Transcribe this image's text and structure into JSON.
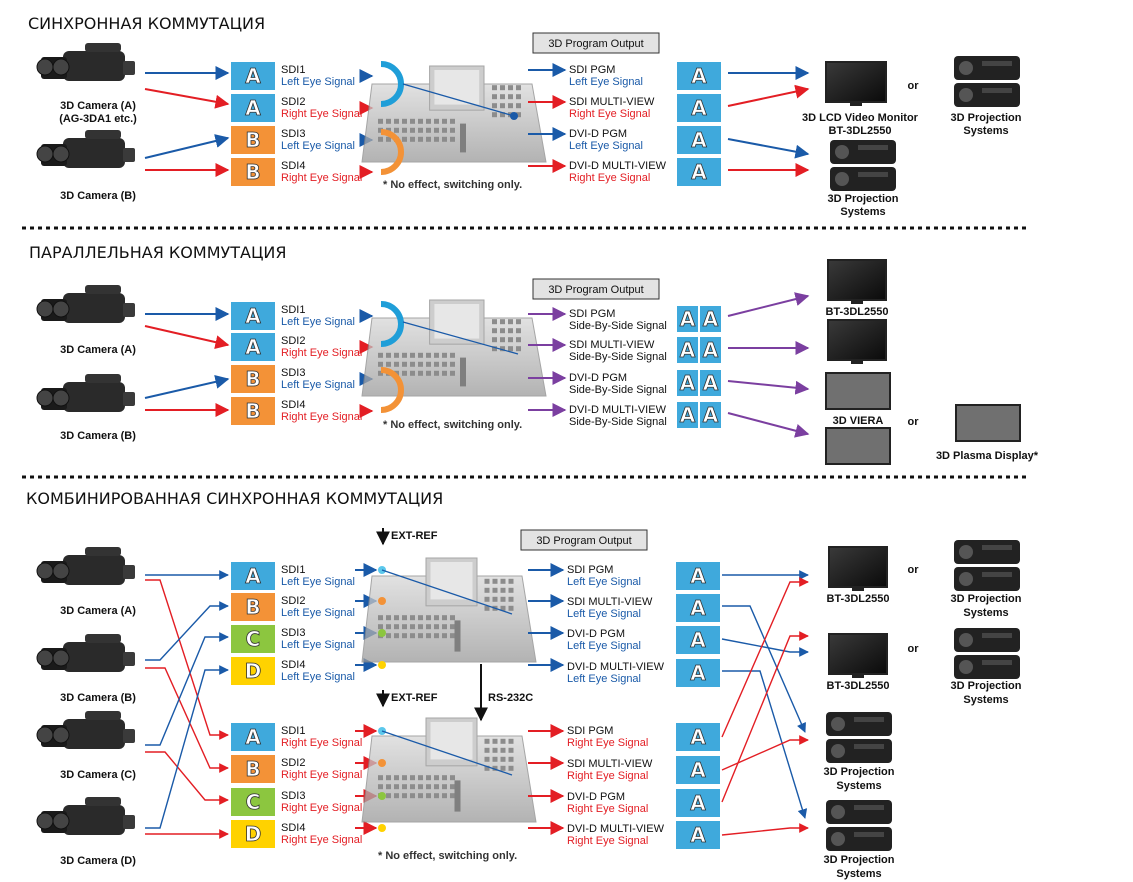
{
  "colors": {
    "blue": "#1a5aa8",
    "red": "#e31e24",
    "purple": "#7b3fa0",
    "label_A": "#3fa9dc",
    "label_B": "#f39237",
    "label_C": "#8cc63f",
    "label_D": "#ffd200"
  },
  "sections": [
    {
      "title": "СИНХРОННАЯ КОММУТАЦИЯ",
      "cameras": [
        "3D Camera (A)",
        "(AG-3DA1 etc.)",
        "3D Camera (B)"
      ],
      "inputs": [
        {
          "letter": "A",
          "port": "SDI1",
          "signal": "Left Eye Signal"
        },
        {
          "letter": "A",
          "port": "SDI2",
          "signal": "Right Eye Signal"
        },
        {
          "letter": "B",
          "port": "SDI3",
          "signal": "Left Eye Signal"
        },
        {
          "letter": "B",
          "port": "SDI4",
          "signal": "Right Eye Signal"
        }
      ],
      "note": "* No effect, switching only.",
      "output_header": "3D Program Output",
      "outputs": [
        {
          "port": "SDI PGM",
          "signal": "Left Eye Signal"
        },
        {
          "port": "SDI MULTI-VIEW",
          "signal": "Right Eye Signal"
        },
        {
          "port": "DVI-D PGM",
          "signal": "Left Eye Signal"
        },
        {
          "port": "DVI-D MULTI-VIEW",
          "signal": "Right Eye Signal"
        }
      ],
      "out_letters": [
        "A",
        "A",
        "A",
        "A"
      ],
      "devices": [
        "3D LCD Video Monitor",
        "BT-3DL2550",
        "3D Projection",
        "Systems",
        "3D Projection",
        "Systems"
      ],
      "or": "or"
    },
    {
      "title": "ПАРАЛЛЕЛЬНАЯ КОММУТАЦИЯ",
      "cameras": [
        "3D Camera (A)",
        "3D Camera (B)"
      ],
      "inputs": [
        {
          "letter": "A",
          "port": "SDI1",
          "signal": "Left Eye Signal"
        },
        {
          "letter": "A",
          "port": "SDI2",
          "signal": "Right Eye Signal"
        },
        {
          "letter": "B",
          "port": "SDI3",
          "signal": "Left Eye Signal"
        },
        {
          "letter": "B",
          "port": "SDI4",
          "signal": "Right Eye Signal"
        }
      ],
      "note": "* No effect, switching only.",
      "output_header": "3D Program Output",
      "outputs": [
        {
          "port": "SDI PGM",
          "signal": "Side-By-Side Signal"
        },
        {
          "port": "SDI MULTI-VIEW",
          "signal": "Side-By-Side Signal"
        },
        {
          "port": "DVI-D PGM",
          "signal": "Side-By-Side Signal"
        },
        {
          "port": "DVI-D MULTI-VIEW",
          "signal": "Side-By-Side Signal"
        }
      ],
      "devices": [
        "BT-3DL2550",
        "3D VIERA",
        "3D Plasma Display*"
      ],
      "or": "or"
    },
    {
      "title": "КОМБИНИРОВАННАЯ СИНХРОННАЯ КОММУТАЦИЯ",
      "cameras": [
        "3D Camera (A)",
        "3D Camera (B)",
        "3D Camera (C)",
        "3D Camera (D)"
      ],
      "ext_ref": "EXT-REF",
      "rs232": "RS-232C",
      "output_header": "3D Program Output",
      "inputs_top": [
        {
          "letter": "A",
          "port": "SDI1",
          "signal": "Left Eye Signal"
        },
        {
          "letter": "B",
          "port": "SDI2",
          "signal": "Left Eye Signal"
        },
        {
          "letter": "C",
          "port": "SDI3",
          "signal": "Left Eye Signal"
        },
        {
          "letter": "D",
          "port": "SDI4",
          "signal": "Left Eye Signal"
        }
      ],
      "inputs_bottom": [
        {
          "letter": "A",
          "port": "SDI1",
          "signal": "Right Eye Signal"
        },
        {
          "letter": "B",
          "port": "SDI2",
          "signal": "Right Eye Signal"
        },
        {
          "letter": "C",
          "port": "SDI3",
          "signal": "Right Eye Signal"
        },
        {
          "letter": "D",
          "port": "SDI4",
          "signal": "Right Eye Signal"
        }
      ],
      "outputs_top": [
        {
          "port": "SDI PGM",
          "signal": "Left Eye Signal"
        },
        {
          "port": "SDI MULTI-VIEW",
          "signal": "Left Eye Signal"
        },
        {
          "port": "DVI-D PGM",
          "signal": "Left Eye Signal"
        },
        {
          "port": "DVI-D MULTI-VIEW",
          "signal": "Left Eye Signal"
        }
      ],
      "outputs_bottom": [
        {
          "port": "SDI PGM",
          "signal": "Right Eye Signal"
        },
        {
          "port": "SDI MULTI-VIEW",
          "signal": "Right Eye Signal"
        },
        {
          "port": "DVI-D PGM",
          "signal": "Right Eye Signal"
        },
        {
          "port": "DVI-D MULTI-VIEW",
          "signal": "Right Eye Signal"
        }
      ],
      "out_letters": [
        "A",
        "A",
        "A",
        "A",
        "A",
        "A",
        "A",
        "A"
      ],
      "note": "* No effect, switching only.",
      "devices": [
        "BT-3DL2550",
        "3D Projection",
        "Systems",
        "BT-3DL2550",
        "3D Projection",
        "Systems",
        "3D Projection",
        "Systems",
        "3D Projection",
        "Systems"
      ],
      "or": "or"
    }
  ]
}
